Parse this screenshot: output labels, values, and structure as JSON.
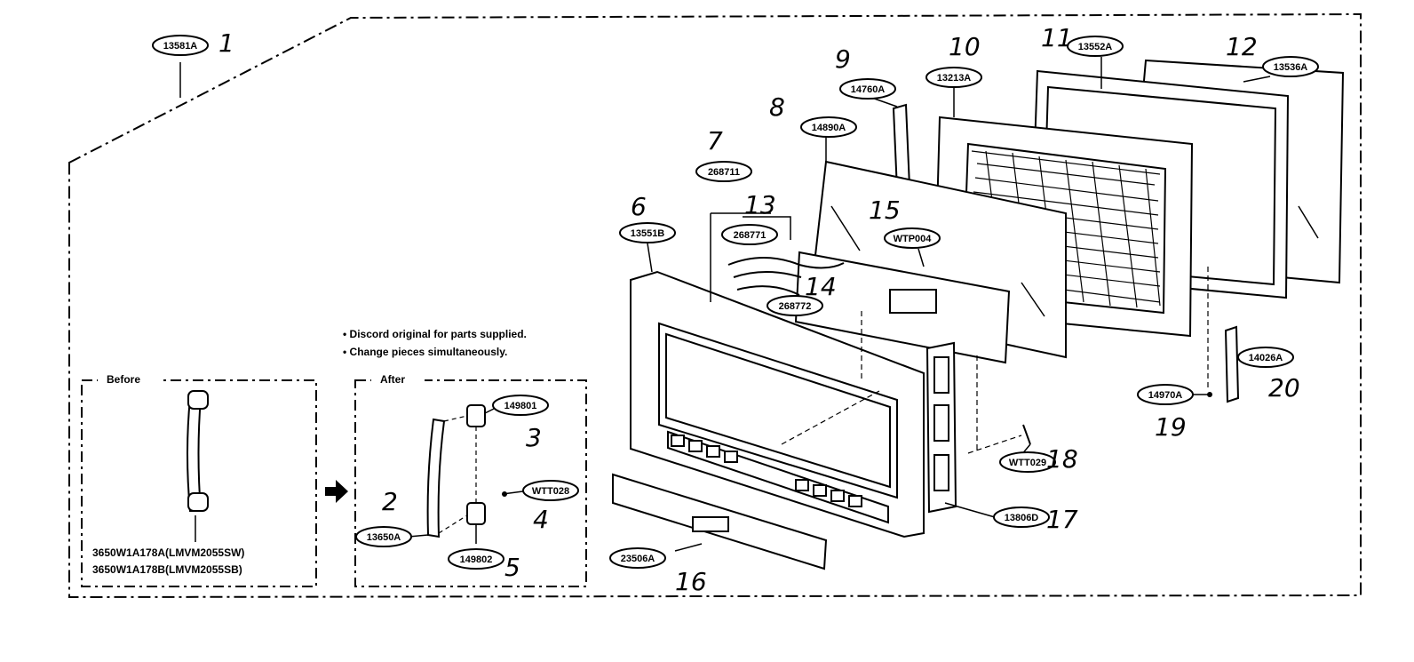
{
  "notes": {
    "line1": "• Discord original for parts supplied.",
    "line2": "• Change pieces simultaneously."
  },
  "before": {
    "title": "Before",
    "model_a": "3650W1A178A(LMVM2055SW)",
    "model_b": "3650W1A178B(LMVM2055SB)"
  },
  "after": {
    "title": "After"
  },
  "parts": [
    {
      "key": "p1",
      "code": "13581A",
      "num": "1"
    },
    {
      "key": "p2",
      "code": "13650A",
      "num": "2"
    },
    {
      "key": "p3",
      "code": "149801",
      "num": "3"
    },
    {
      "key": "p4",
      "code": "WTT028",
      "num": "4"
    },
    {
      "key": "p5",
      "code": "149802",
      "num": "5"
    },
    {
      "key": "p6",
      "code": "13551B",
      "num": "6"
    },
    {
      "key": "p7",
      "code": "268711",
      "num": "7"
    },
    {
      "key": "p8",
      "code": "14890A",
      "num": "8"
    },
    {
      "key": "p9",
      "code": "14760A",
      "num": "9"
    },
    {
      "key": "p10",
      "code": "13213A",
      "num": "10"
    },
    {
      "key": "p11",
      "code": "13552A",
      "num": "11"
    },
    {
      "key": "p12",
      "code": "13536A",
      "num": "12"
    },
    {
      "key": "p13",
      "code": "268771",
      "num": "13"
    },
    {
      "key": "p14",
      "code": "268772",
      "num": "14"
    },
    {
      "key": "p15",
      "code": "WTP004",
      "num": "15"
    },
    {
      "key": "p16",
      "code": "23506A",
      "num": "16"
    },
    {
      "key": "p17",
      "code": "13806D",
      "num": "17"
    },
    {
      "key": "p18",
      "code": "WTT029",
      "num": "18"
    },
    {
      "key": "p19",
      "code": "14970A",
      "num": "19"
    },
    {
      "key": "p20",
      "code": "14026A",
      "num": "20"
    }
  ]
}
